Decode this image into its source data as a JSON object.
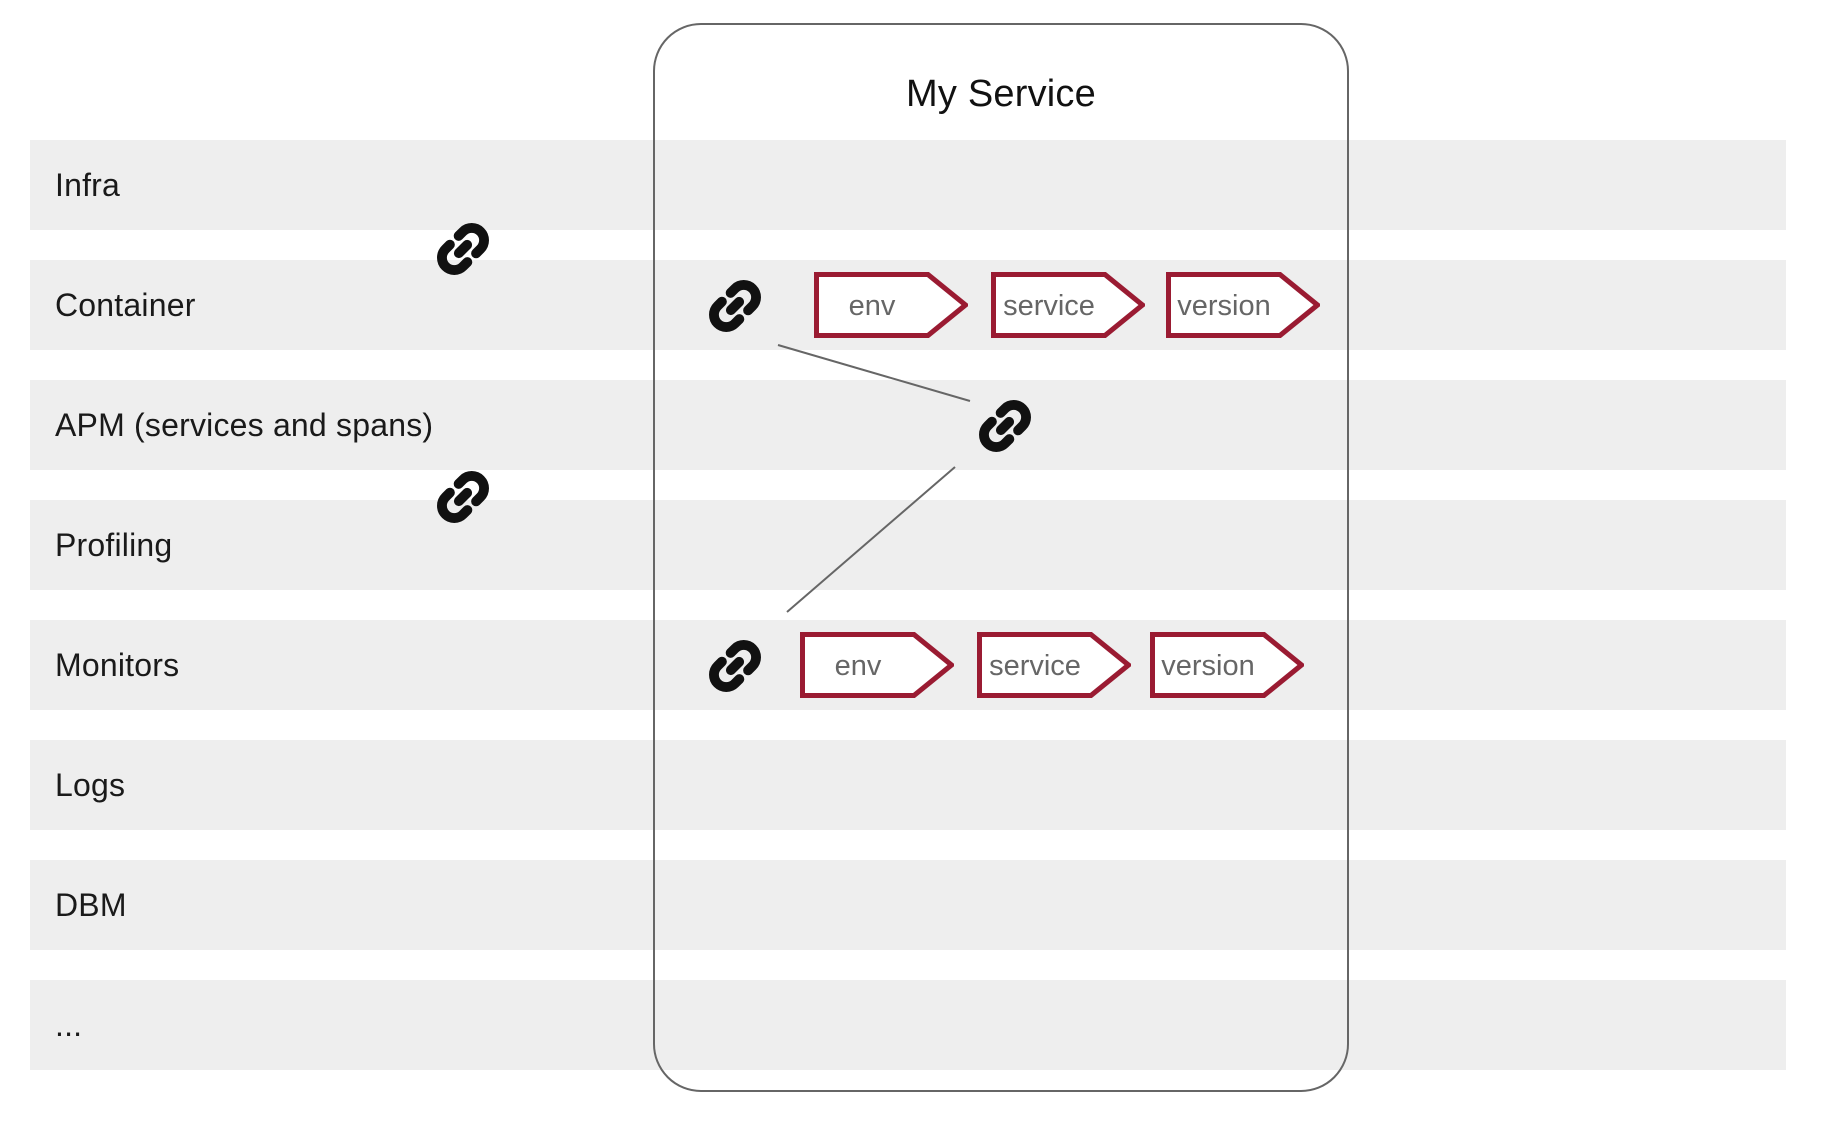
{
  "rows": [
    {
      "label": "Infra"
    },
    {
      "label": "Container"
    },
    {
      "label": "APM (services and spans)"
    },
    {
      "label": "Profiling"
    },
    {
      "label": "Monitors"
    },
    {
      "label": "Logs"
    },
    {
      "label": "DBM"
    },
    {
      "label": "..."
    }
  ],
  "service_panel": {
    "title": "My Service",
    "container_row_tags": [
      "env",
      "service",
      "version"
    ],
    "monitors_row_tags": [
      "env",
      "service",
      "version"
    ]
  },
  "icons": {
    "link": "chain-link-icon"
  },
  "colors": {
    "background": "#ffffff",
    "row_bg": "#eeeeee",
    "label_text": "#1a1a1a",
    "panel_border": "#666666",
    "connector_line": "#666666",
    "tag_border": "#9a1b32",
    "tag_fill": "#ffffff",
    "tag_text": "#666666",
    "icon": "#111111"
  }
}
